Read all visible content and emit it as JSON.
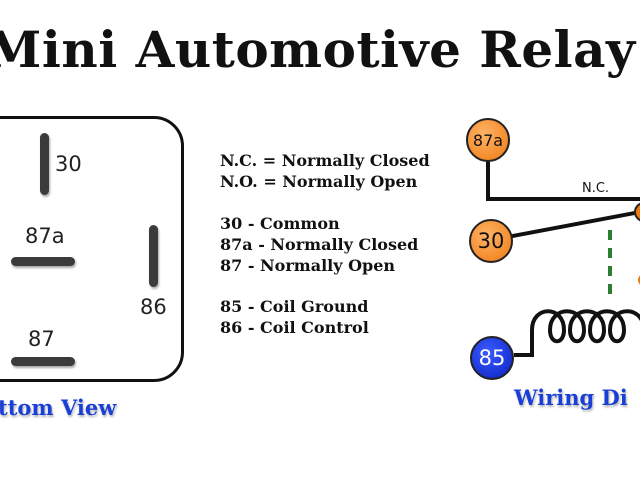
{
  "title": "Mini Automotive Relay",
  "bottom_view": {
    "caption": "ttom View",
    "pins": [
      {
        "label": "30"
      },
      {
        "label": "87a"
      },
      {
        "label": "86"
      },
      {
        "label": "87"
      }
    ]
  },
  "legend": {
    "line1": "N.C. = Normally Closed",
    "line2": "N.O. = Normally Open",
    "line3": "30 - Common",
    "line4": "87a - Normally Closed",
    "line5": "87 - Normally Open",
    "line6": "85 - Coil Ground",
    "line7": "86 - Coil Control"
  },
  "wiring": {
    "caption": "Wiring Di",
    "nc_label": "N.C.",
    "terminals": [
      {
        "label": "87a",
        "color": "#f07a12"
      },
      {
        "label": "30",
        "color": "#f07a12"
      },
      {
        "label": "85",
        "color": "#0a1fc0"
      }
    ],
    "wire_color": "#111111",
    "armature_link_color": "#2e7d32"
  }
}
